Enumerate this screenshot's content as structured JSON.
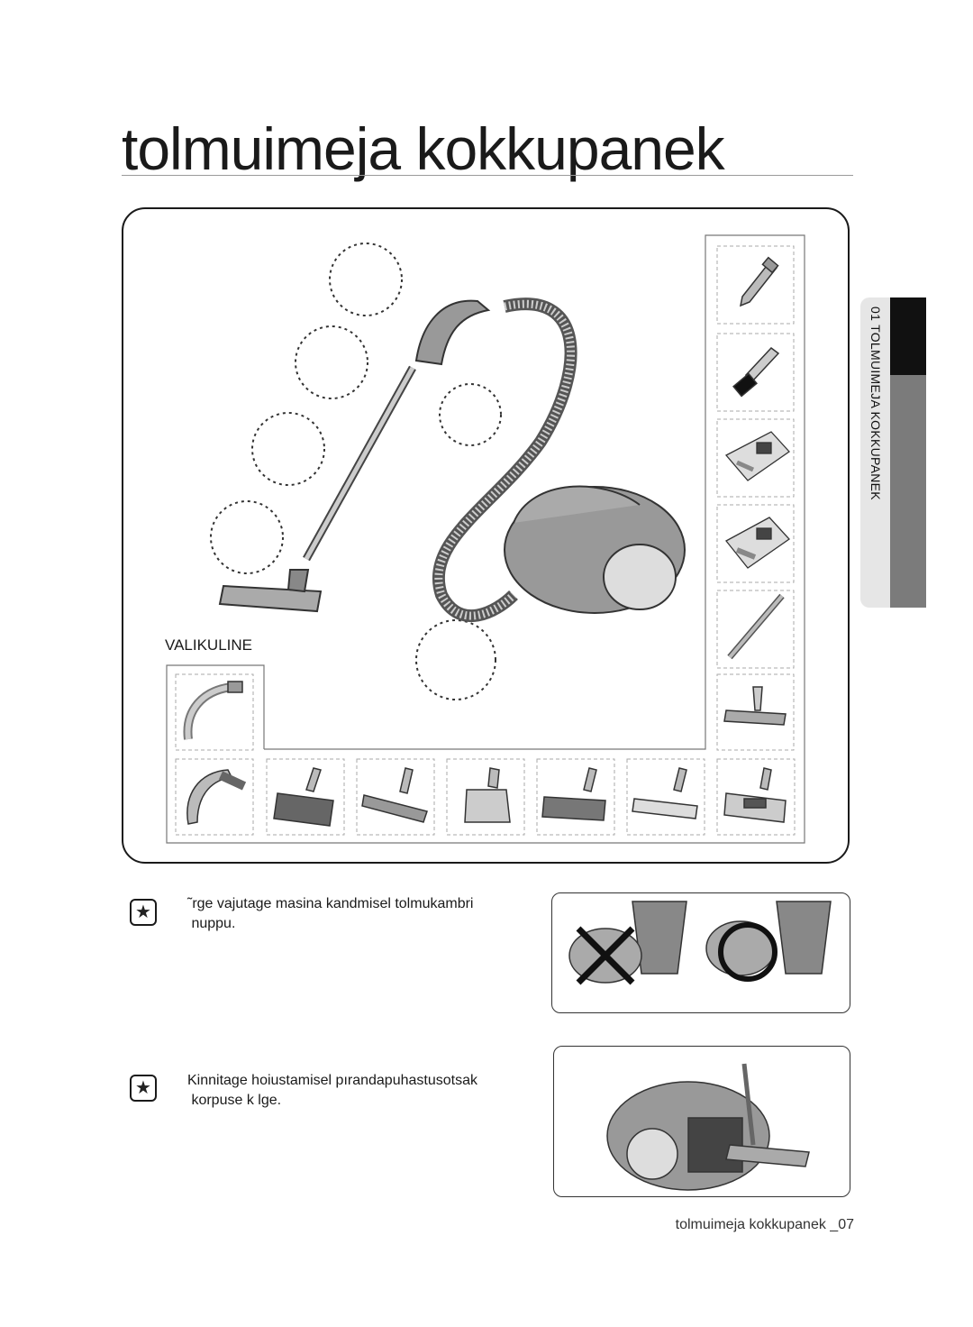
{
  "page": {
    "title": "tolmuimeja kokkupanek",
    "side_tab": "01  TOLMUIMEJA KOKKUPANEK",
    "footer": "tolmuimeja kokkupanek _07"
  },
  "diagram": {
    "optional_label": "VALIKULINE"
  },
  "notes": [
    {
      "icon": "star-icon",
      "text": "˜rge vajutage masina kandmisel tolmukambri\n nuppu."
    },
    {
      "icon": "star-icon",
      "text": "Kinnitage hoiustamisel pırandapuhastusotsak\n korpuse k lge."
    }
  ]
}
